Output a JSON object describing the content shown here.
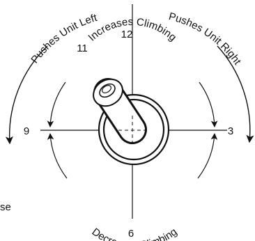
{
  "clock_labels": {
    "twelve": "12",
    "eleven": "11",
    "nine": "9",
    "three": "3",
    "six": "6"
  },
  "captions": {
    "pushes_left": "Pushes Unit Left",
    "pushes_right": "Pushes Unit Right",
    "increases_climbing": "Increases Climbing",
    "decreases_climbing": "Decreases Climbing",
    "partial_left_text": "se"
  }
}
